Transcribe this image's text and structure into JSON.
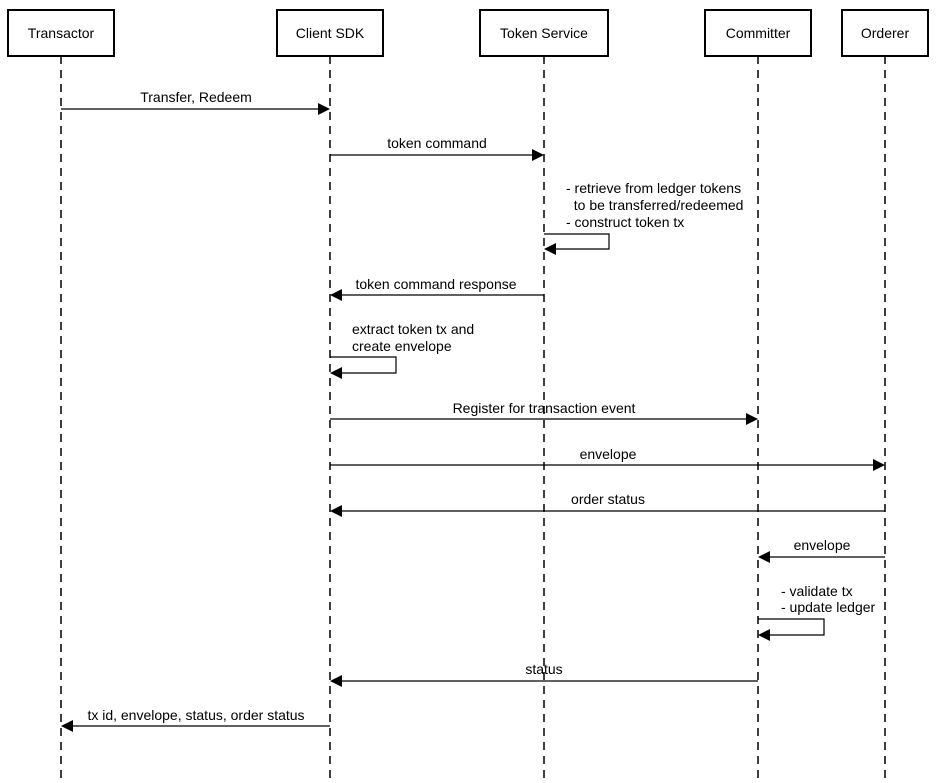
{
  "participants": [
    {
      "id": "transactor",
      "label": "Transactor"
    },
    {
      "id": "client_sdk",
      "label": "Client SDK"
    },
    {
      "id": "token_service",
      "label": "Token Service"
    },
    {
      "id": "committer",
      "label": "Committer"
    },
    {
      "id": "orderer",
      "label": "Orderer"
    }
  ],
  "messages": [
    {
      "id": "transfer-redeem",
      "from": "transactor",
      "to": "client_sdk",
      "lines": [
        "Transfer, Redeem"
      ]
    },
    {
      "id": "token-command",
      "from": "client_sdk",
      "to": "token_service",
      "lines": [
        "token command"
      ]
    },
    {
      "id": "retrieve-construct",
      "from": "token_service",
      "to": "token_service",
      "lines": [
        "- retrieve from ledger tokens",
        "  to be transferred/redeemed",
        "- construct token tx"
      ]
    },
    {
      "id": "token-command-response",
      "from": "token_service",
      "to": "client_sdk",
      "lines": [
        "token command response"
      ]
    },
    {
      "id": "extract-create-envelope",
      "from": "client_sdk",
      "to": "client_sdk",
      "lines": [
        "extract token tx and",
        "create envelope"
      ]
    },
    {
      "id": "register-tx-event",
      "from": "client_sdk",
      "to": "committer",
      "lines": [
        "Register for transaction event"
      ]
    },
    {
      "id": "envelope-to-orderer",
      "from": "client_sdk",
      "to": "orderer",
      "lines": [
        "envelope"
      ]
    },
    {
      "id": "order-status",
      "from": "orderer",
      "to": "client_sdk",
      "lines": [
        "order status"
      ]
    },
    {
      "id": "envelope-to-committer",
      "from": "orderer",
      "to": "committer",
      "lines": [
        "envelope"
      ]
    },
    {
      "id": "validate-update",
      "from": "committer",
      "to": "committer",
      "lines": [
        "- validate tx",
        "- update ledger"
      ]
    },
    {
      "id": "status",
      "from": "committer",
      "to": "client_sdk",
      "lines": [
        "status"
      ]
    },
    {
      "id": "final-response",
      "from": "client_sdk",
      "to": "transactor",
      "lines": [
        "tx id, envelope, status, order status"
      ]
    }
  ]
}
